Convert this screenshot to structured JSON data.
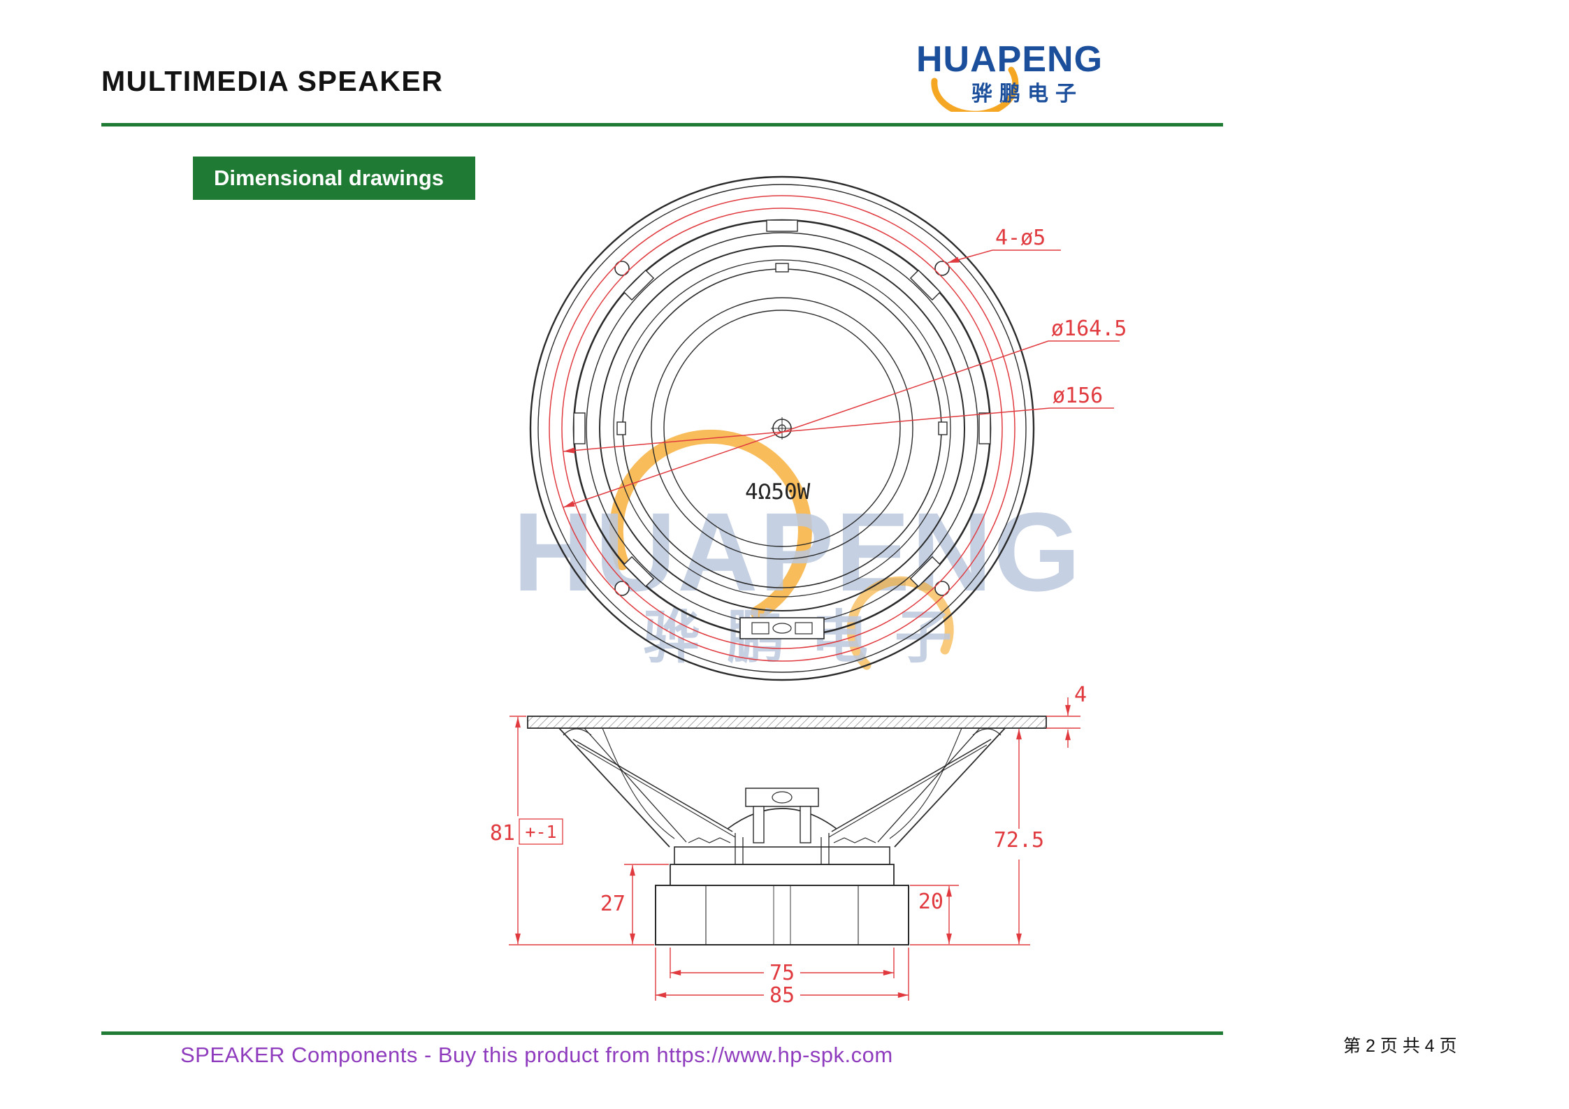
{
  "header": {
    "title": "MULTIMEDIA SPEAKER",
    "logo": {
      "name": "HUAPENG",
      "subtext": "骅鹏电子"
    }
  },
  "section_label": "Dimensional drawings",
  "watermark": {
    "text": "HUAPENG",
    "subtext": "骅鹏电子"
  },
  "drawing": {
    "spec_label": "4Ω50W",
    "top_view": {
      "mounting_holes": "4-ø5",
      "diameter_outer": "ø164.5",
      "diameter_inner": "ø156"
    },
    "side_view": {
      "flange_thickness": "4",
      "total_height": "81",
      "height_tolerance": "+-1",
      "depth": "72.5",
      "magnet_stack_height": "27",
      "magnet_ring_height": "20",
      "width_inner": "75",
      "width_outer": "85"
    }
  },
  "footer": {
    "link": "SPEAKER Components - Buy this product from https://www.hp-spk.com",
    "page_indicator": "第 2 页 共 4 页"
  },
  "colors": {
    "accent_green": "#1f7a33",
    "dimension_red": "#e03a3f",
    "logo_blue": "#1b4e9b",
    "logo_orange": "#f5a623",
    "watermark_blue": "#bcc8de",
    "footer_purple": "#8f3bbe"
  }
}
